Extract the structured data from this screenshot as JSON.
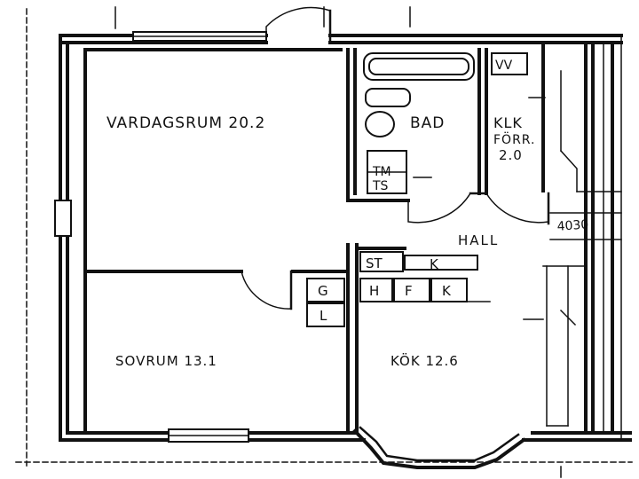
{
  "rooms": {
    "living": {
      "name": "VARDAGSRUM",
      "area": "20.2"
    },
    "bathroom": {
      "name": "BAD"
    },
    "closet": {
      "name": "KLK",
      "name2": "FÖRR.",
      "area": "2.0"
    },
    "hall": {
      "name": "HALL"
    },
    "bedroom": {
      "name": "SOVRUM",
      "area": "13.1"
    },
    "kitchen": {
      "name": "KÖK",
      "area": "12.6"
    }
  },
  "fixtures": {
    "vv": "VV",
    "tm": "TM",
    "ts": "TS",
    "st": "ST",
    "k_upper": "K",
    "g": "G",
    "l": "L",
    "h": "H",
    "f": "F",
    "k_lower": "K"
  },
  "dimension": "4030"
}
